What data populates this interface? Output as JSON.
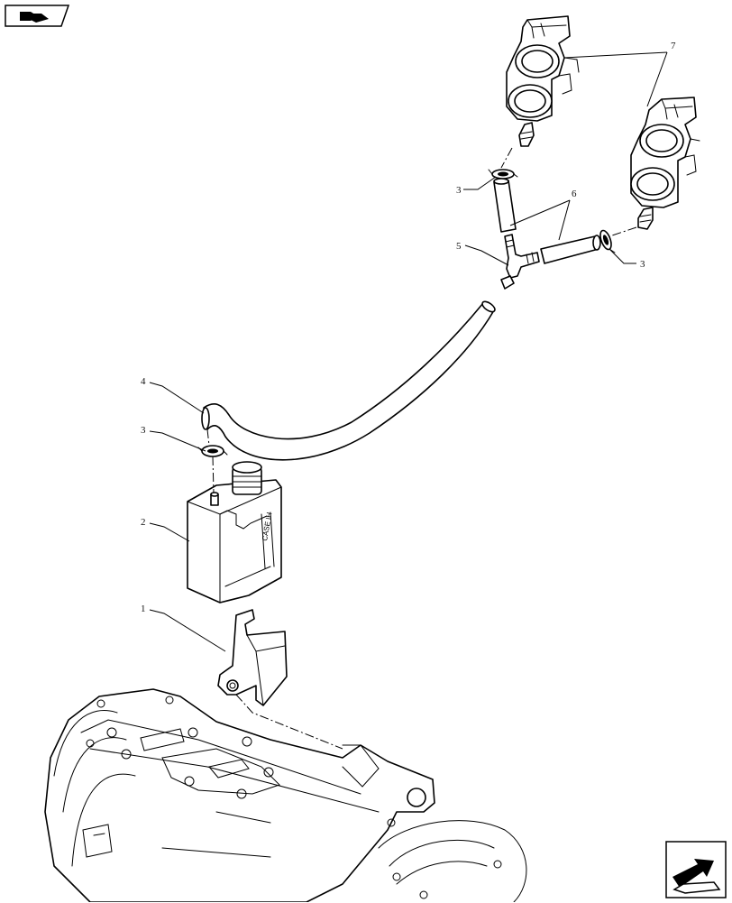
{
  "callouts": {
    "c1": "1",
    "c2": "2",
    "c3a": "3",
    "c3b": "3",
    "c3c": "3",
    "c4": "4",
    "c5": "5",
    "c6": "6",
    "c7": "7"
  },
  "icons": {
    "top_left": "previous-page-icon",
    "bottom_right": "next-page-icon"
  }
}
